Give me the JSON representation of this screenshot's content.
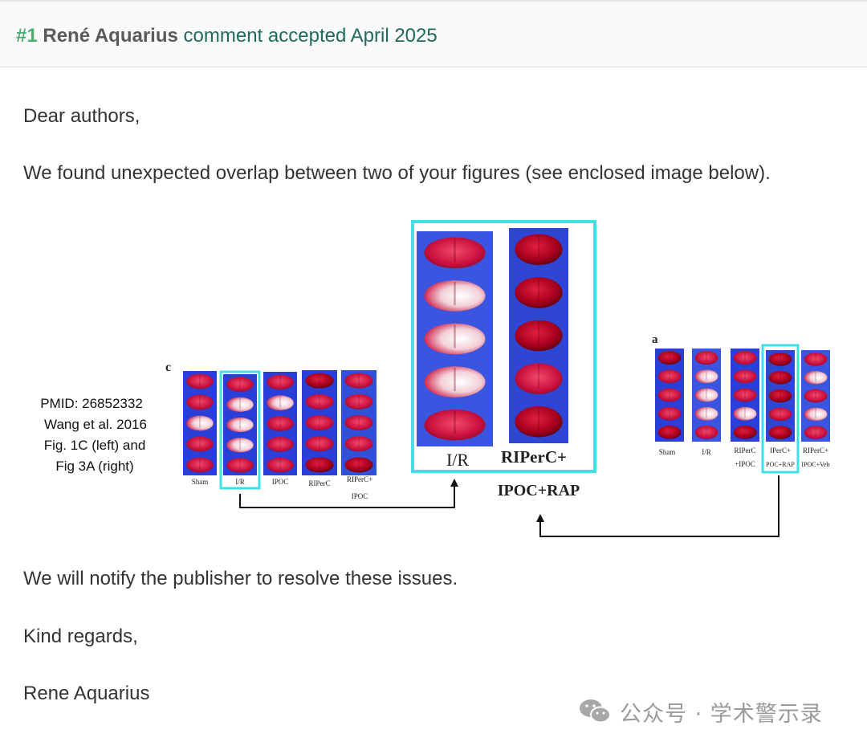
{
  "comment": {
    "number": "#1",
    "author": "René Aquarius",
    "status": "comment accepted April 2025"
  },
  "body": {
    "greeting": "Dear authors,",
    "intro": "We found unexpected overlap between two of your figures (see enclosed image below).",
    "notify": "We will notify the publisher to resolve these issues.",
    "closing": "Kind regards,",
    "signature": "Rene Aquarius"
  },
  "figure": {
    "caption_lines": [
      "PMID: 26852332",
      "Wang et al. 2016",
      "Fig. 1C (left) and",
      "Fig 3A (right)"
    ],
    "left_panel": {
      "letter": "c",
      "labels": [
        "Sham",
        "I/R",
        "IPOC",
        "RIPerC",
        "RIPerC+",
        "IPOC"
      ]
    },
    "zoom_panel": {
      "labels": [
        "I/R",
        "RIPerC+",
        "IPOC+RAP"
      ]
    },
    "right_panel": {
      "letter": "a",
      "labels": [
        "Sham",
        "I/R",
        "RIPerC",
        "+IPOC",
        "IPerC+",
        "POC+RAP",
        "RIPerC+",
        "IPOC+Veh"
      ]
    },
    "highlight_color": "#3fe0e6"
  },
  "watermark": {
    "icon": "wechat-icon",
    "text": "公众号 · 学术警示录"
  }
}
